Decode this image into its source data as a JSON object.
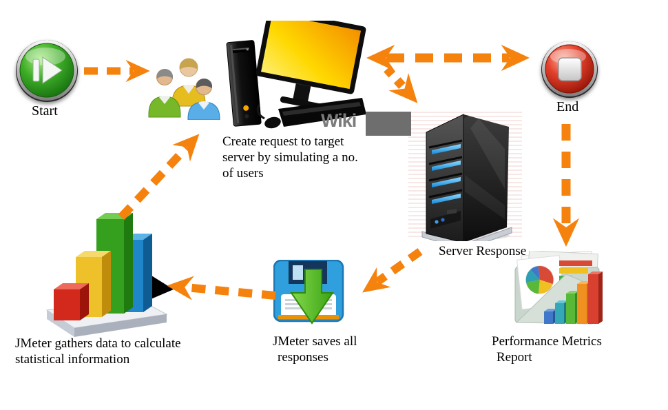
{
  "watermark": {
    "text": "Wiki"
  },
  "nodes": {
    "start": {
      "label": "Start"
    },
    "end": {
      "label": "End"
    },
    "server": {
      "label": "Server Response"
    },
    "computer": {
      "caption": [
        "Create request to target",
        "server by simulating a no.",
        "of users"
      ]
    },
    "floppy": {
      "caption": [
        "JMeter saves all",
        "responses"
      ]
    },
    "chart": {
      "caption": [
        "JMeter gathers data to calculate",
        "statistical information"
      ]
    },
    "report": {
      "caption": [
        "Performance Metrics",
        "Report"
      ]
    }
  },
  "flow": [
    "Start -> Users",
    "Users/Computer -> Server",
    "Server -> End",
    "End -> Performance Metrics Report",
    "Server -> JMeter saves all responses",
    "Saved responses -> JMeter statistics chart",
    "Statistics chart -> Computer"
  ],
  "colors": {
    "arrow_orange": "#F5820D",
    "start_green": "#3FAE27",
    "end_red": "#E2402A",
    "monitor_screen_orange": "#F49000",
    "monitor_screen_yellow": "#FFE34D",
    "server_led_blue": "#35A7E8",
    "floppy_blue": "#2F9FDD",
    "save_arrow_green": "#3AA315",
    "watermark_gray": "#6E6E6E"
  }
}
